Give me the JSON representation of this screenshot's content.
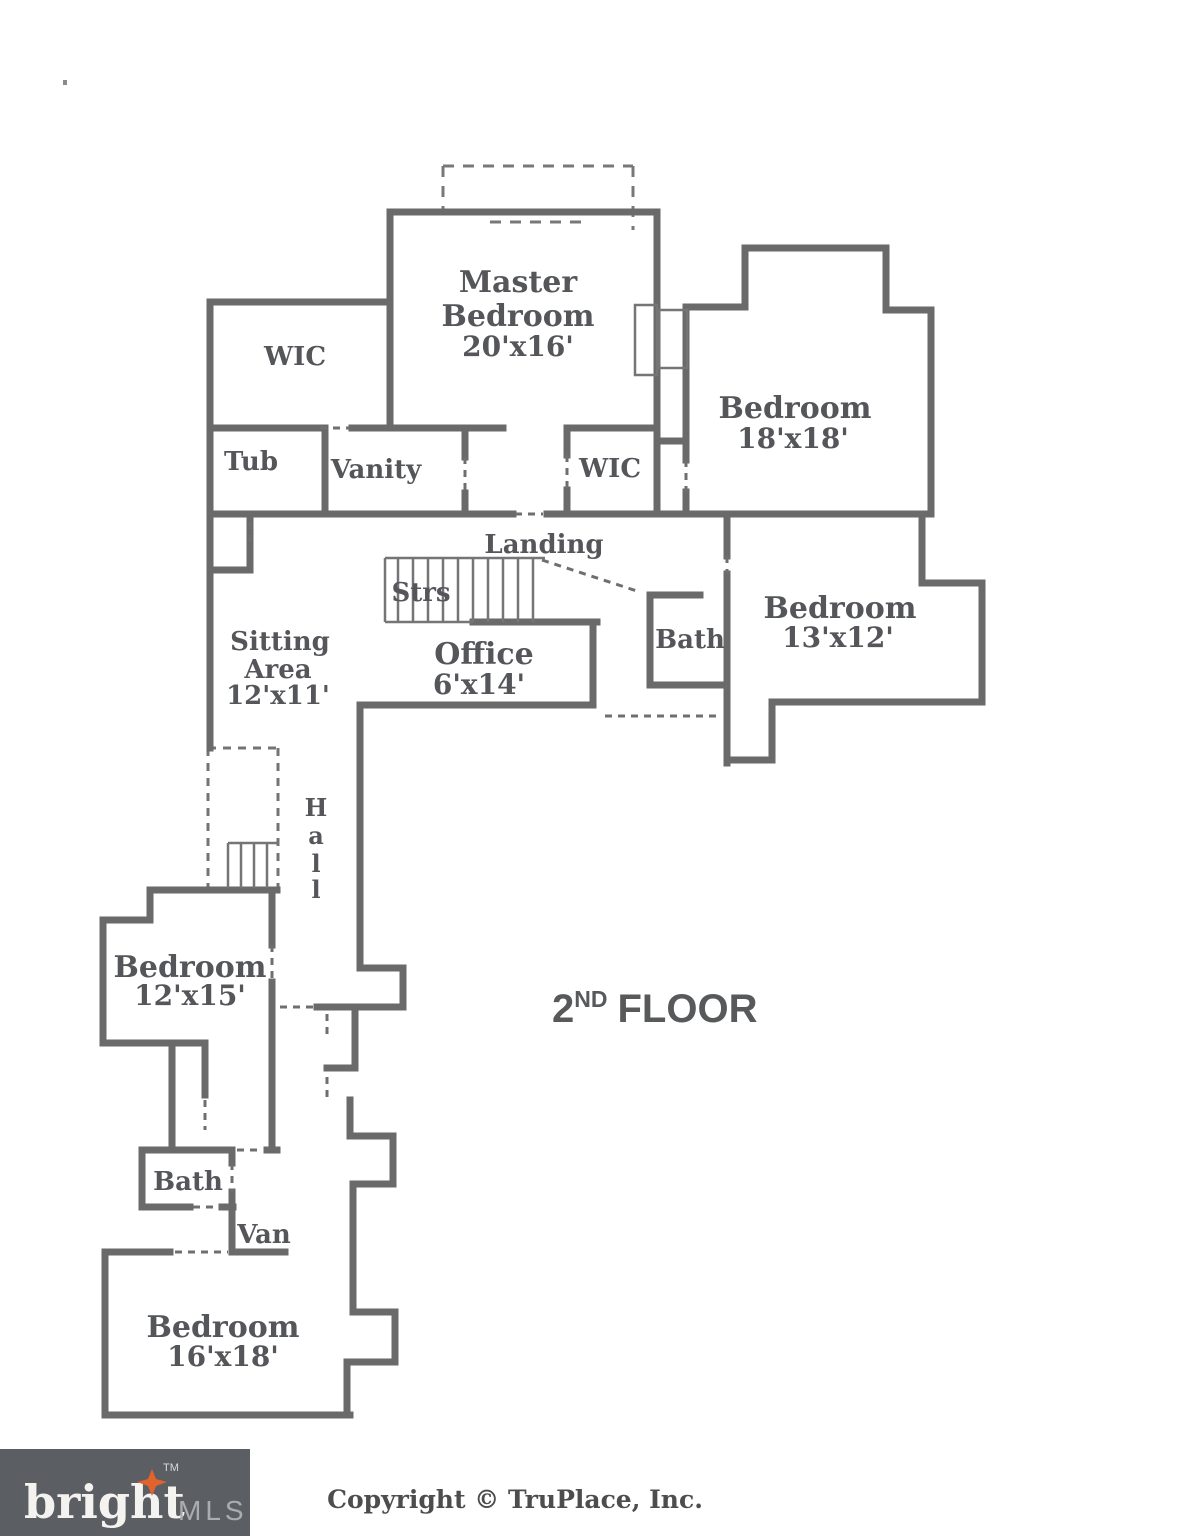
{
  "title": {
    "number": "2",
    "ordinal": "ND",
    "word": "FLOOR"
  },
  "rooms": {
    "master_bedroom": {
      "line1": "Master",
      "line2": "Bedroom",
      "dims": "20'x16'"
    },
    "wic_upper_left": {
      "label": "WIC"
    },
    "bedroom_ne": {
      "label": "Bedroom",
      "dims": "18'x18'"
    },
    "tub": {
      "label": "Tub"
    },
    "vanity": {
      "label": "Vanity"
    },
    "wic_center": {
      "label": "WIC"
    },
    "landing": {
      "label": "Landing"
    },
    "stairs": {
      "label": "Strs"
    },
    "bath_upper": {
      "label": "Bath"
    },
    "bedroom_e": {
      "label": "Bedroom",
      "dims": "13'x12'"
    },
    "sitting_area": {
      "line1": "Sitting",
      "line2": "Area",
      "dims": "12'x11'"
    },
    "office": {
      "label": "Office",
      "dims": "6'x14'"
    },
    "hall": {
      "letters": [
        "H",
        "a",
        "l",
        "l"
      ]
    },
    "bedroom_w": {
      "label": "Bedroom",
      "dims": "12'x15'"
    },
    "bath_lower": {
      "label": "Bath"
    },
    "van": {
      "label": "Van"
    },
    "bedroom_sw": {
      "label": "Bedroom",
      "dims": "16'x18'"
    }
  },
  "footer": {
    "copyright": "Copyright © TruPlace, Inc."
  },
  "logo": {
    "brand": "bright",
    "tm": "TM",
    "suffix": "MLS"
  },
  "colors": {
    "wall": "#6a6a6a",
    "label_text": "#55565a",
    "logo_bg": "#5b5f63",
    "logo_star": "#e0622d",
    "logo_brand_text": "#f4f3ef",
    "logo_mls_text": "#a9adb0"
  }
}
